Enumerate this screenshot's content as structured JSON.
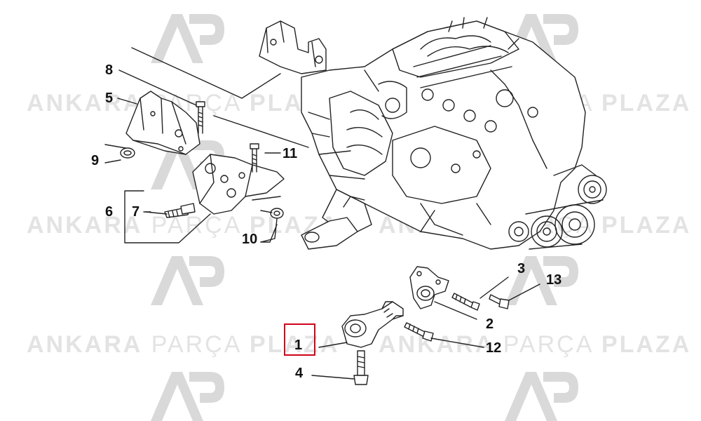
{
  "watermark": {
    "word1": "ANKARA",
    "word2": "PARÇA",
    "word3": "PLAZA",
    "logo_color": "#d9d9d9"
  },
  "highlight_color": "#d0021b",
  "callouts": {
    "c1": "1",
    "c2": "2",
    "c3": "3",
    "c4": "4",
    "c5": "5",
    "c6": "6",
    "c7": "7",
    "c8": "8",
    "c9": "9",
    "c10": "10",
    "c11": "11",
    "c12": "12",
    "c13": "13"
  },
  "highlighted_part": "1"
}
